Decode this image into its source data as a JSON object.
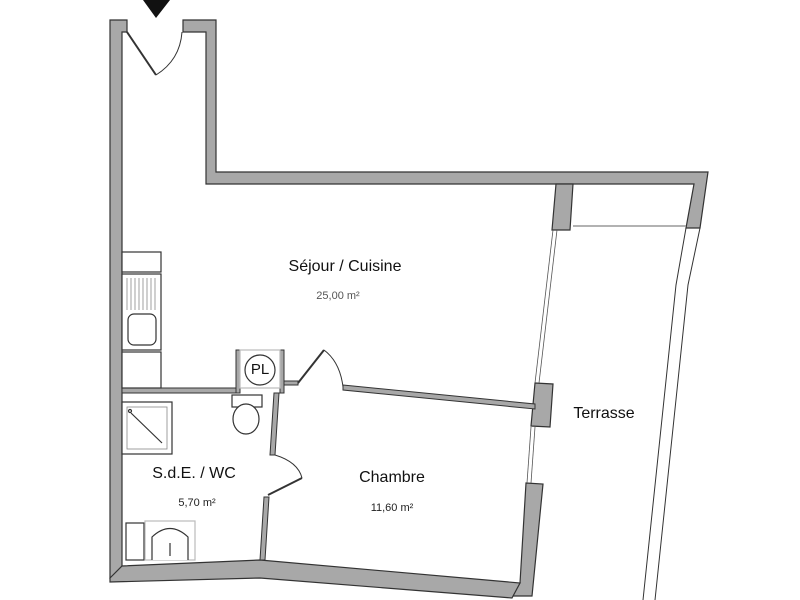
{
  "plan": {
    "rooms": [
      {
        "id": "sejour",
        "name": "Séjour / Cuisine",
        "area": "25,00 m²"
      },
      {
        "id": "chambre",
        "name": "Chambre",
        "area": "11,60 m²"
      },
      {
        "id": "sde",
        "name": "S.d.E. / WC",
        "area": "5,70 m²"
      },
      {
        "id": "terrasse",
        "name": "Terrasse",
        "area": ""
      }
    ],
    "fixtures": {
      "placard": "PL"
    },
    "entrance_icon": "arrow-down-icon",
    "colors": {
      "wall_fill": "#a8a8a8",
      "wall_stroke": "#333333",
      "background": "#ffffff"
    }
  }
}
